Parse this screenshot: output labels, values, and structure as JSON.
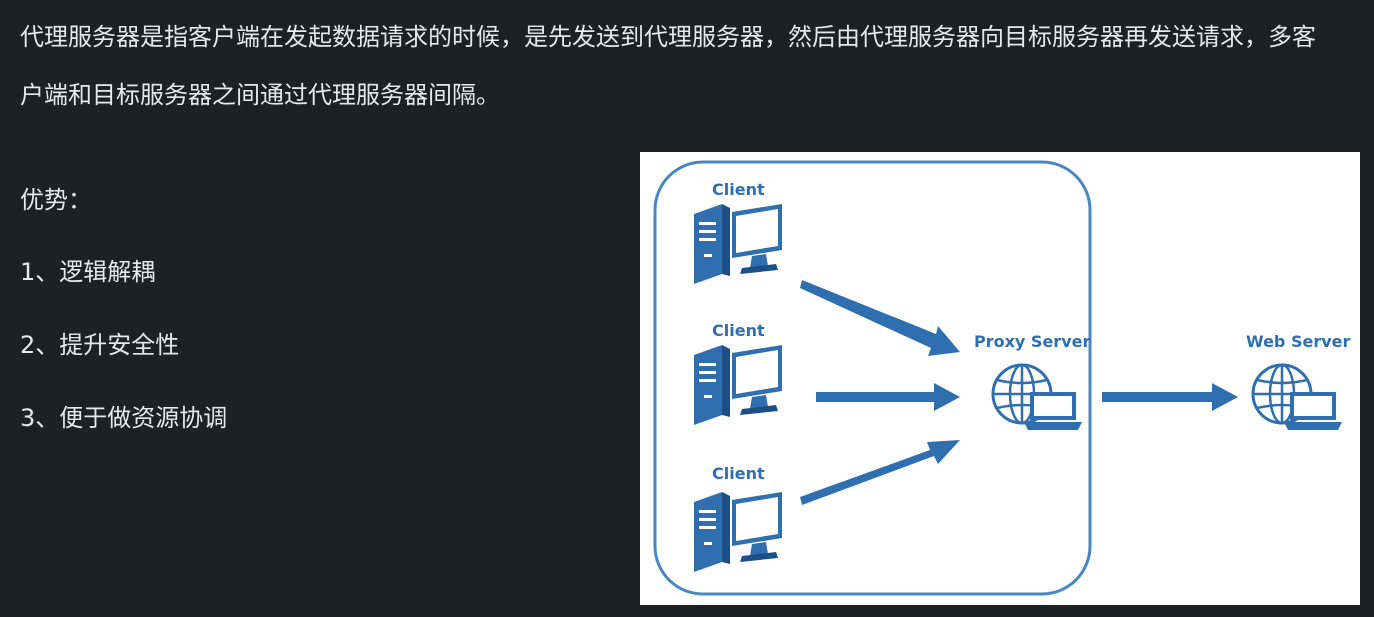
{
  "intro_text": "代理服务器是指客户端在发起数据请求的时候，是先发送到代理服务器，然后由代理服务器向目标服务器再发送请求，多客户端和目标服务器之间通过代理服务器间隔。",
  "advantages": {
    "title": "优势：",
    "items": [
      "1、逻辑解耦",
      "2、提升安全性",
      "3、便于做资源协调"
    ]
  },
  "diagram": {
    "client_label": "Client",
    "proxy_label": "Proxy Server",
    "web_label": "Web Server",
    "icons": [
      "computer-tower-icon",
      "globe-laptop-icon",
      "arrow-icon"
    ],
    "colors": {
      "accent": "#2f6fb0",
      "border": "#4a86c0"
    }
  }
}
